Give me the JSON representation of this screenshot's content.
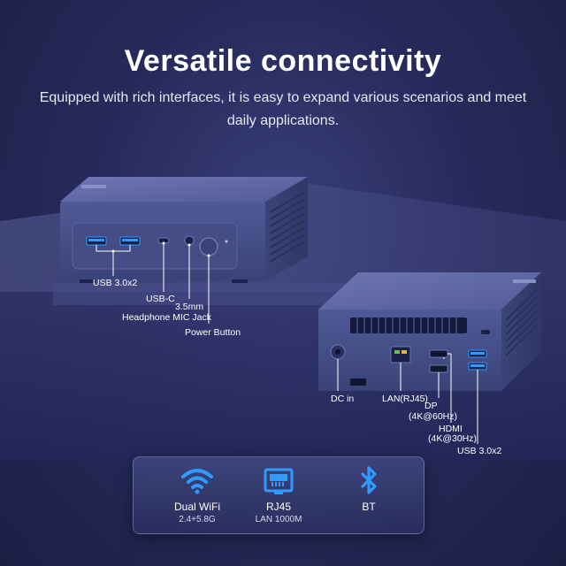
{
  "heading": {
    "title": "Versatile connectivity",
    "subtitle": "Equipped with rich interfaces, it is easy to expand various scenarios and meet daily applications."
  },
  "front_labels": {
    "usb": "USB 3.0x2",
    "usbc": "USB-C",
    "jack_line1": "3.5mm",
    "jack_line2": "Headphone MIC Jack",
    "power": "Power Button"
  },
  "rear_labels": {
    "dc": "DC in",
    "lan": "LAN(RJ45)",
    "dp_line1": "DP",
    "dp_line2": "(4K@60Hz)",
    "hdmi_line1": "HDMI",
    "hdmi_line2": "(4K@30Hz)",
    "usb": "USB 3.0x2"
  },
  "features": [
    {
      "icon": "wifi-icon",
      "name": "Dual WiFi",
      "sub": "2.4+5.8G"
    },
    {
      "icon": "ethernet-port-icon",
      "name": "RJ45",
      "sub": "LAN 1000M"
    },
    {
      "icon": "bluetooth-icon",
      "name": "BT",
      "sub": ""
    }
  ],
  "colors": {
    "accent_blue": "#2f9bff",
    "background": "#272b5c",
    "device_body": "#4a5590"
  }
}
